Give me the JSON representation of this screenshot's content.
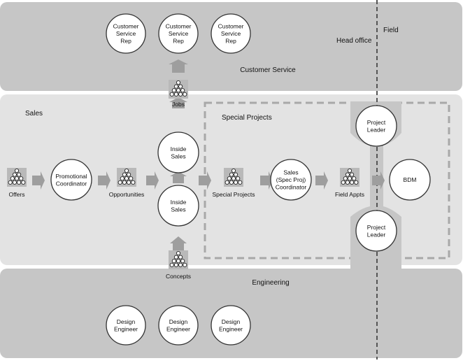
{
  "regions": {
    "customer_service": "Customer Service",
    "sales": "Sales",
    "engineering": "Engineering",
    "special_projects": "Special Projects",
    "head_office": "Head office",
    "field": "Field"
  },
  "roles": {
    "csr_1": [
      "Customer",
      "Service",
      "Rep"
    ],
    "csr_2": [
      "Customer",
      "Service",
      "Rep"
    ],
    "csr_3": [
      "Customer",
      "Service",
      "Rep"
    ],
    "promotional_coordinator": [
      "Promotional",
      "Coordinator"
    ],
    "inside_sales_top": [
      "Inside",
      "Sales"
    ],
    "inside_sales_bottom": [
      "Inside",
      "Sales"
    ],
    "sales_spec_proj_coordinator": [
      "Sales",
      "(Spec Proj)",
      "Coordinator"
    ],
    "project_leader_top": [
      "Project",
      "Leader"
    ],
    "project_leader_bottom": [
      "Project",
      "Leader"
    ],
    "bdm": [
      "BDM"
    ],
    "design_engineer_1": [
      "Design",
      "Engineer"
    ],
    "design_engineer_2": [
      "Design",
      "Engineer"
    ],
    "design_engineer_3": [
      "Design",
      "Engineer"
    ]
  },
  "inventories": {
    "jobs": "Jobs",
    "offers": "Offers",
    "opportunities": "Opportunities",
    "special_projects": "Special Projects",
    "field_appts": "Field Appts",
    "concepts": "Concepts"
  },
  "colors": {
    "lane_dark": "#c6c6c6",
    "lane_light": "#e3e3e3",
    "arrow": "#9e9e9e",
    "node_fill": "#ffffff",
    "stroke": "#333333",
    "dashed": "#a8a8a8",
    "pile_bg": "#b9b9b9"
  }
}
